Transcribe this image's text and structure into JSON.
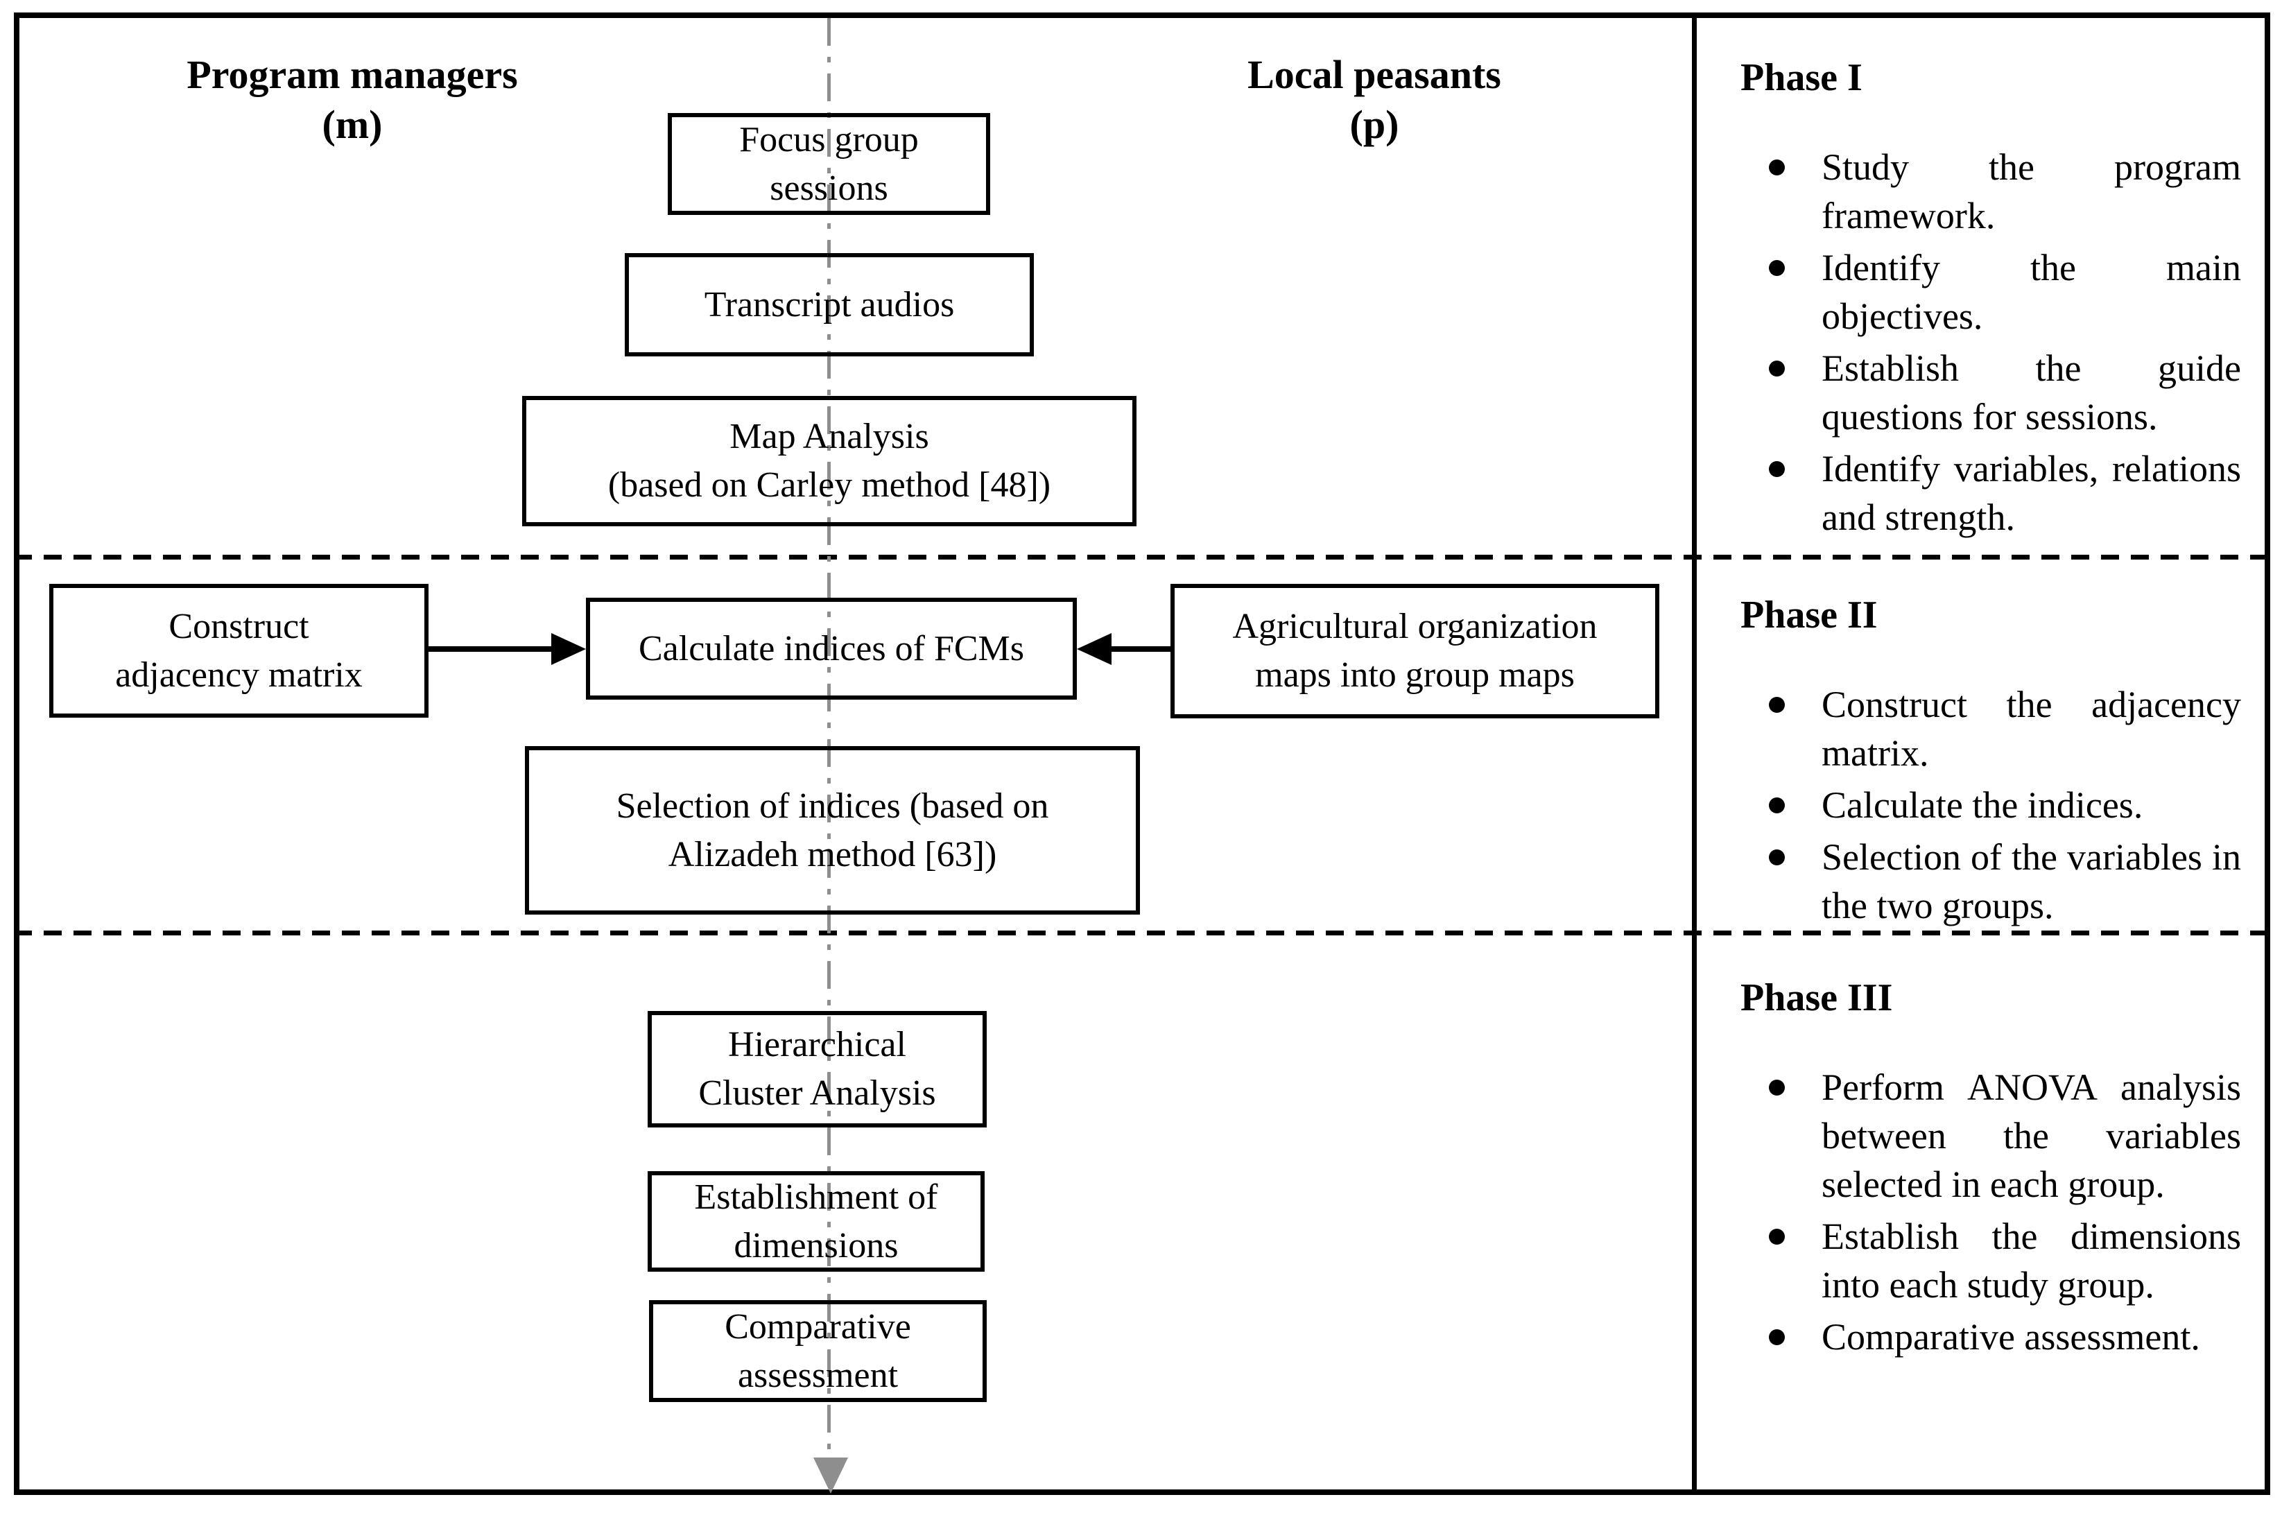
{
  "figure": {
    "columns": {
      "left": {
        "title": "Program managers",
        "subtitle": "(m)"
      },
      "right": {
        "title": "Local peasants",
        "subtitle": "(p)"
      }
    },
    "boxes": {
      "focus": {
        "line1": "Focus group",
        "line2": "sessions"
      },
      "transcript": {
        "line1": "Transcript audios",
        "line2": ""
      },
      "map": {
        "line1": "Map Analysis",
        "line2": "(based on Carley method [48])"
      },
      "construct": {
        "line1": "Construct",
        "line2": "adjacency matrix"
      },
      "calculate": {
        "line1": "Calculate indices of FCMs",
        "line2": ""
      },
      "agricultural": {
        "line1": "Agricultural organization",
        "line2": "maps into group maps"
      },
      "selection": {
        "line1": "Selection of indices (based on",
        "line2": "Alizadeh method [63])"
      },
      "hierarchical": {
        "line1": "Hierarchical",
        "line2": "Cluster Analysis"
      },
      "establishment": {
        "line1": "Establishment of",
        "line2": "dimensions"
      },
      "comparative": {
        "line1": "Comparative",
        "line2": "assessment"
      }
    },
    "phases": [
      {
        "title": "Phase I",
        "bullets": [
          "Study the program framework.",
          "Identify the main objectives.",
          "Establish the guide questions for sessions.",
          "Identify variables, relations and strength."
        ]
      },
      {
        "title": "Phase II",
        "bullets": [
          "Construct the adjacency matrix.",
          "Calculate the indices.",
          "Selection of the variables in the two groups."
        ]
      },
      {
        "title": "Phase III",
        "bullets": [
          "Perform ANOVA analysis between the variables selected in each group.",
          "Establish the dimensions into each study group.",
          "Comparative assessment."
        ]
      }
    ],
    "colors": {
      "guideline_gray": "#8e8e8e",
      "line_black": "#000000"
    }
  }
}
